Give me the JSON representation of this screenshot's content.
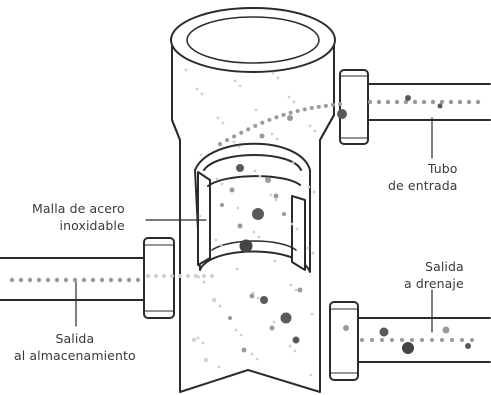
{
  "labels": {
    "inlet": [
      "Tubo",
      "de entrada"
    ],
    "mesh": [
      "Malla de acero",
      "inoxidable"
    ],
    "drain": [
      "Salida",
      "a drenaje"
    ],
    "storage": [
      "Salida",
      "al almacenamiento"
    ]
  },
  "colors": {
    "line": "#2b2b2b",
    "dot_light": "#cfcfcf",
    "dot_mid": "#9a9a9a",
    "dot_dark": "#5a5a5a",
    "dot_darkest": "#444444",
    "text": "#3a3a3a"
  }
}
